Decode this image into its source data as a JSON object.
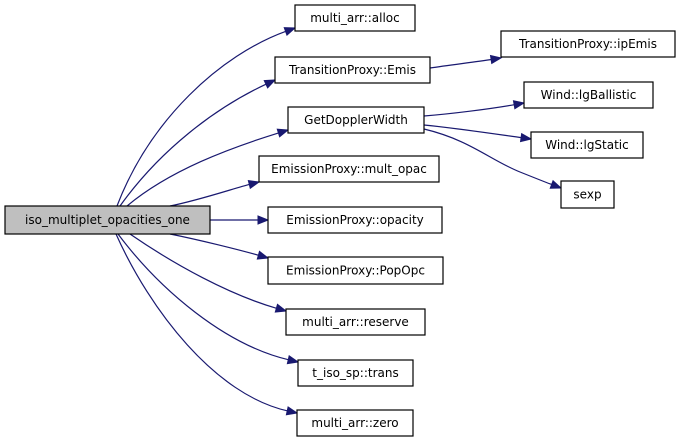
{
  "graph": {
    "type": "call-graph",
    "edge_color": "#191970",
    "root_fill": "#bfbfbf",
    "nodes": [
      {
        "id": "root",
        "label": "iso_multiplet_opacities_one",
        "root": true
      },
      {
        "id": "alloc",
        "label": "multi_arr::alloc"
      },
      {
        "id": "emis",
        "label": "TransitionProxy::Emis"
      },
      {
        "id": "doppler",
        "label": "GetDopplerWidth"
      },
      {
        "id": "mult_opac",
        "label": "EmissionProxy::mult_opac"
      },
      {
        "id": "opacity",
        "label": "EmissionProxy::opacity"
      },
      {
        "id": "popopc",
        "label": "EmissionProxy::PopOpc"
      },
      {
        "id": "reserve",
        "label": "multi_arr::reserve"
      },
      {
        "id": "trans",
        "label": "t_iso_sp::trans"
      },
      {
        "id": "zero",
        "label": "multi_arr::zero"
      },
      {
        "id": "ipemis",
        "label": "TransitionProxy::ipEmis"
      },
      {
        "id": "ballistic",
        "label": "Wind::lgBallistic"
      },
      {
        "id": "static",
        "label": "Wind::lgStatic"
      },
      {
        "id": "sexp",
        "label": "sexp"
      }
    ],
    "edges": [
      {
        "from": "root",
        "to": "alloc"
      },
      {
        "from": "root",
        "to": "emis"
      },
      {
        "from": "root",
        "to": "doppler"
      },
      {
        "from": "root",
        "to": "mult_opac"
      },
      {
        "from": "root",
        "to": "opacity"
      },
      {
        "from": "root",
        "to": "popopc"
      },
      {
        "from": "root",
        "to": "reserve"
      },
      {
        "from": "root",
        "to": "trans"
      },
      {
        "from": "root",
        "to": "zero"
      },
      {
        "from": "emis",
        "to": "ipemis"
      },
      {
        "from": "doppler",
        "to": "ballistic"
      },
      {
        "from": "doppler",
        "to": "static"
      },
      {
        "from": "doppler",
        "to": "sexp"
      }
    ]
  }
}
